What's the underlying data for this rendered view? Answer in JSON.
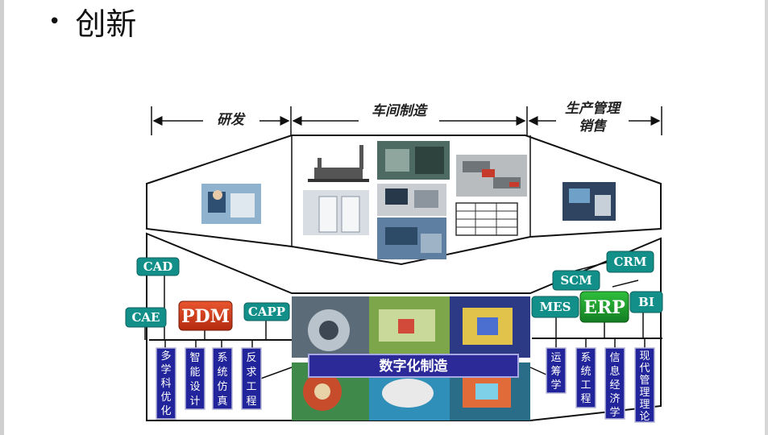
{
  "slide": {
    "bullet": "•",
    "title": "创新"
  },
  "stages": {
    "research": "研发",
    "workshop": "车间制造",
    "mgmt_line1": "生产管理",
    "mgmt_line2": "销售"
  },
  "left_systems": {
    "cad": "CAD",
    "cae": "CAE",
    "pdm": "PDM",
    "capp": "CAPP"
  },
  "right_systems": {
    "crm": "CRM",
    "scm": "SCM",
    "mes": "MES",
    "erp": "ERP",
    "bi": "BI"
  },
  "center_banner": "数字化制造",
  "left_columns": [
    [
      "多",
      "学",
      "科",
      "优",
      "化"
    ],
    [
      "智",
      "能",
      "设",
      "计"
    ],
    [
      "系",
      "统",
      "仿",
      "真"
    ],
    [
      "反",
      "求",
      "工",
      "程"
    ]
  ],
  "right_columns": [
    [
      "运",
      "筹",
      "学"
    ],
    [
      "系",
      "统",
      "工",
      "程"
    ],
    [
      "信",
      "息",
      "经",
      "济",
      "学"
    ],
    [
      "现",
      "代",
      "管",
      "理",
      "理",
      "论"
    ]
  ],
  "colors": {
    "teal": "#138f8a",
    "pdm": "#d33b1b",
    "erp": "#1f9a2e",
    "navy": "#21249a"
  }
}
